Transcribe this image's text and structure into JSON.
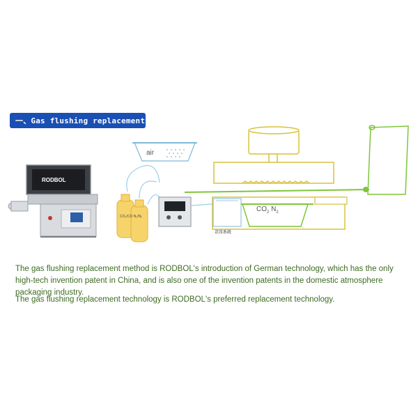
{
  "header": {
    "title": "一、Gas flushing replacement",
    "accent_color": "#1a4fb4"
  },
  "diagram": {
    "air_label": "air",
    "gas_label_main": "CO",
    "gas_label_sub2": "2",
    "gas_label_n": " N",
    "gas_label_sub_n": "2",
    "bottle_label": "CO₂/CO N₂/N₂",
    "system_label": "正压系统",
    "machine_brand": "RODBOL",
    "film_color": "#7ec63a"
  },
  "body": {
    "paragraph_1": "The gas flushing replacement method is RODBOL's introduction of German technology, which has the only high-tech invention patent in China, and is also one of the invention patents in the domestic atmosphere packaging industry.",
    "paragraph_2": "The gas flushing replacement technology is RODBOL's preferred replacement technology.",
    "text_color": "#3e6b22"
  }
}
